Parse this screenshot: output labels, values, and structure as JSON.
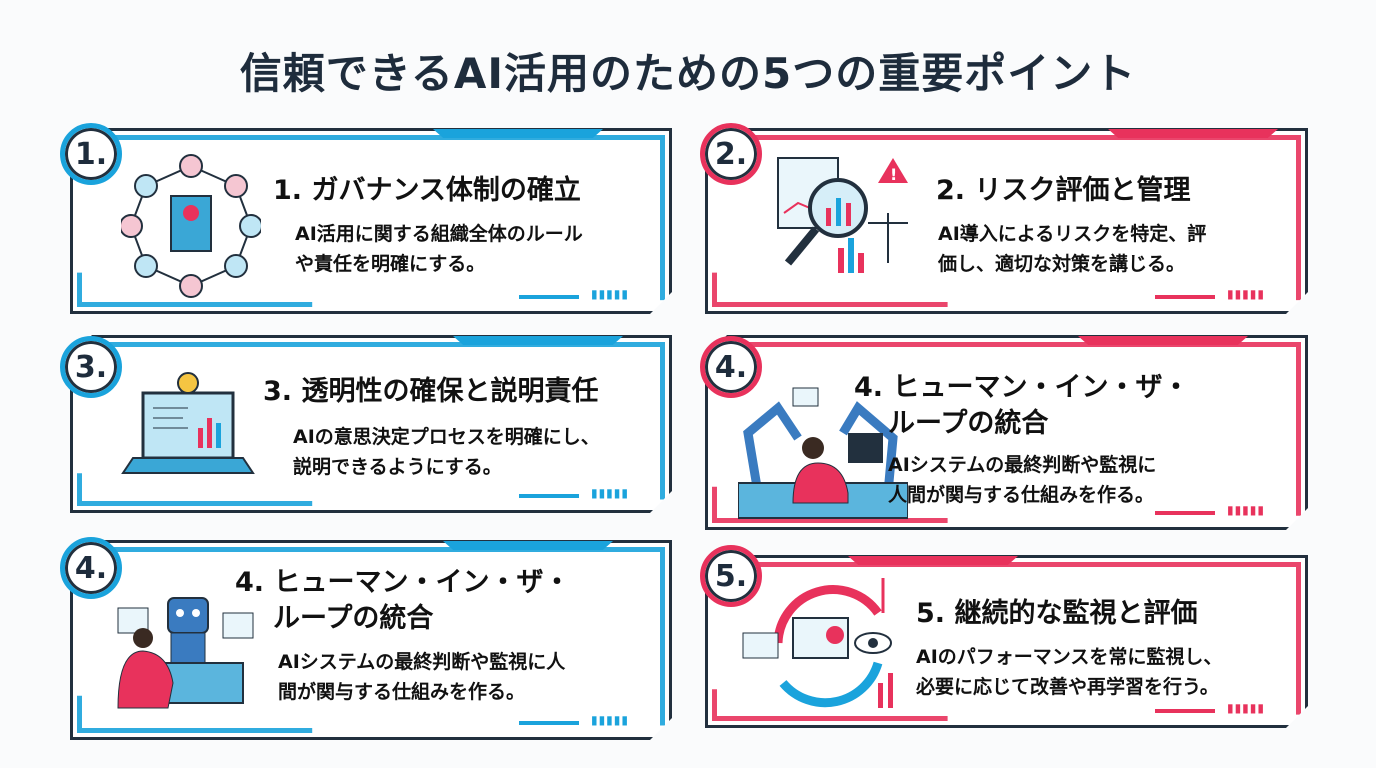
{
  "title": "信頼できるAI活用のための5つの重要ポイント",
  "colors": {
    "blue": "#1aa3dc",
    "red": "#e8325c",
    "navy": "#1e2c3c"
  },
  "cards": [
    {
      "badge": "1.",
      "heading": "1. ガバナンス体制の確立",
      "desc1": "AI活用に関する組織全体のルール",
      "desc2": "や責任を明確にする。",
      "icon": "governance-network-icon"
    },
    {
      "badge": "2.",
      "heading": "2. リスク評価と管理",
      "desc1": "AI導入によるリスクを特定、評",
      "desc2": "価し、適切な対策を講じる。",
      "icon": "risk-analysis-icon"
    },
    {
      "badge": "3.",
      "heading": "3. 透明性の確保と説明責任",
      "desc1": "AIの意思決定プロセスを明確にし、",
      "desc2": "説明できるようにする。",
      "icon": "laptop-lightbulb-icon"
    },
    {
      "badge": "4.",
      "heading1": "4. ヒューマン・イン・ザ・",
      "heading2": "ループの統合",
      "desc1": "AIシステムの最終判断や監視に",
      "desc2": "人間が関与する仕組みを作る。",
      "icon": "robot-arms-operator-icon"
    },
    {
      "badge": "4.",
      "heading1": "4. ヒューマン・イン・ザ・",
      "heading2": "ループの統合",
      "desc1": "AIシステムの最終判断や監視に人",
      "desc2": "間が関与する仕組みを作る。",
      "icon": "robot-operator-icon"
    },
    {
      "badge": "5.",
      "heading": "5. 継続的な監視と評価",
      "desc1": "AIのパフォーマンスを常に監視し、",
      "desc2": "必要に応じて改善や再学習を行う。",
      "icon": "monitoring-cycle-icon"
    }
  ]
}
